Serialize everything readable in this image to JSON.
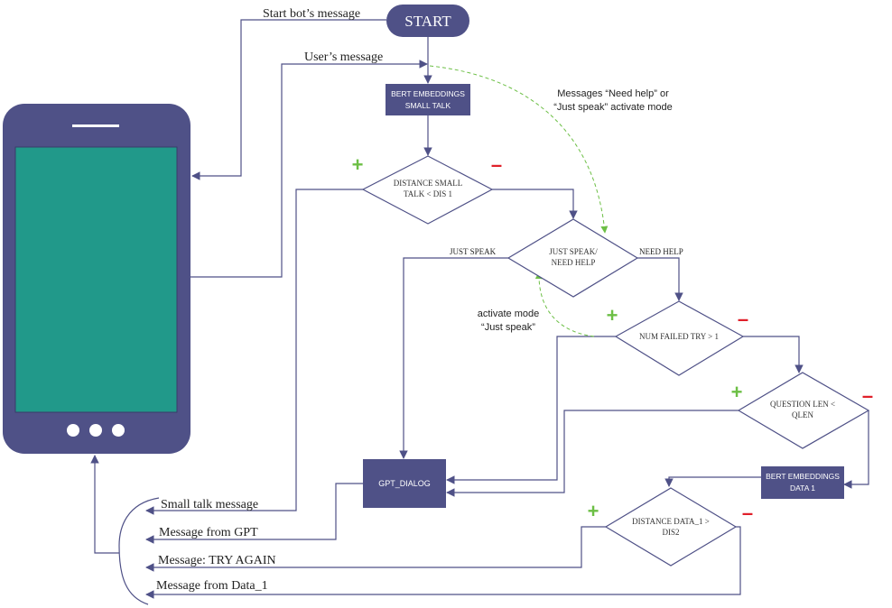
{
  "start_node": {
    "label": "START"
  },
  "edge_labels": {
    "start_bot_message": "Start bot’s message",
    "users_message": "User’s message",
    "mode_note_line1": "Messages “Need help” or",
    "mode_note_line2": "“Just speak” activate mode",
    "just_speak_branch": "JUST SPEAK",
    "need_help_branch": "NEED HELP",
    "activate_mode_line1": "activate mode",
    "activate_mode_line2": "“Just speak”"
  },
  "process_nodes": {
    "bert_small_talk_line1": "BERT EMBEDDINGS",
    "bert_small_talk_line2": "SMALL TALK",
    "gpt_dialog": "GPT_DIALOG",
    "bert_data1_line1": "BERT EMBEDDINGS",
    "bert_data1_line2": "DATA 1"
  },
  "decision_nodes": {
    "distance_small_talk_line1": "DISTANCE SMALL",
    "distance_small_talk_line2": "TALK < DIS 1",
    "just_speak_need_help_line1": "JUST SPEAK/",
    "just_speak_need_help_line2": "NEED HELP",
    "num_failed_try": "NUM FAILED TRY > 1",
    "question_len_line1": "QUESTION LEN <",
    "question_len_line2": "QLEN",
    "distance_data1_line1": "DISTANCE DATA_1 >",
    "distance_data1_line2": "DIS2"
  },
  "signs": {
    "plus": "+",
    "minus": "–"
  },
  "outputs": {
    "small_talk_message": "Small talk message",
    "message_from_gpt": "Message from GPT",
    "try_again": "Message: TRY AGAIN",
    "message_from_data1": "Message from Data_1"
  },
  "colors": {
    "node_fill": "#4f5187",
    "line": "#4f5187",
    "screen": "#21998a",
    "plus": "#6cbf45",
    "minus": "#e0202a",
    "dashed": "#6cbf45"
  }
}
